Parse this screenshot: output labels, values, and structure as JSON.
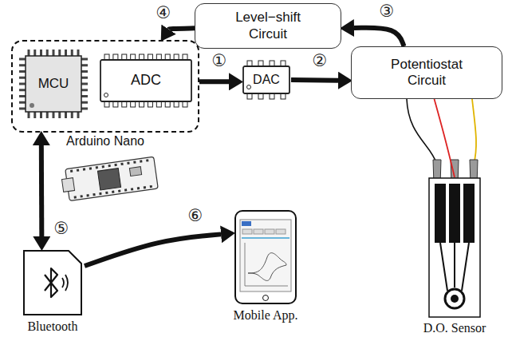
{
  "diagram": {
    "nodes": [
      {
        "text": [
          "Level−shift Circuit"
        ]
      },
      {
        "text": [
          "Arduino Nano"
        ]
      },
      {
        "text": [
          "MCU"
        ],
        "in": 1
      },
      {
        "text": [
          "ADC"
        ],
        "in": 1
      },
      {
        "text": [
          "DAC"
        ]
      },
      {
        "text": [
          "Potentiostat Circuit"
        ]
      },
      {
        "text": [
          "Bluetooth"
        ]
      },
      {
        "text": [
          "Mobile App."
        ]
      },
      {
        "text": [
          "D.O. Sensor"
        ]
      }
    ],
    "edges": [
      {
        "from": 1,
        "to": 4,
        "label": "①",
        "arrow": "to"
      },
      {
        "from": 4,
        "to": 5,
        "label": "②",
        "arrow": "to"
      },
      {
        "from": 5,
        "to": 0,
        "label": "③",
        "arrow": "to"
      },
      {
        "from": 0,
        "to": 1,
        "label": "④",
        "arrow": "to"
      },
      {
        "from": 1,
        "to": 6,
        "label": "⑤",
        "arrow": "both"
      },
      {
        "from": 6,
        "to": 7,
        "label": "⑥",
        "arrow": "to"
      },
      {
        "from": 5,
        "to": 8,
        "arrow": "none"
      }
    ]
  }
}
